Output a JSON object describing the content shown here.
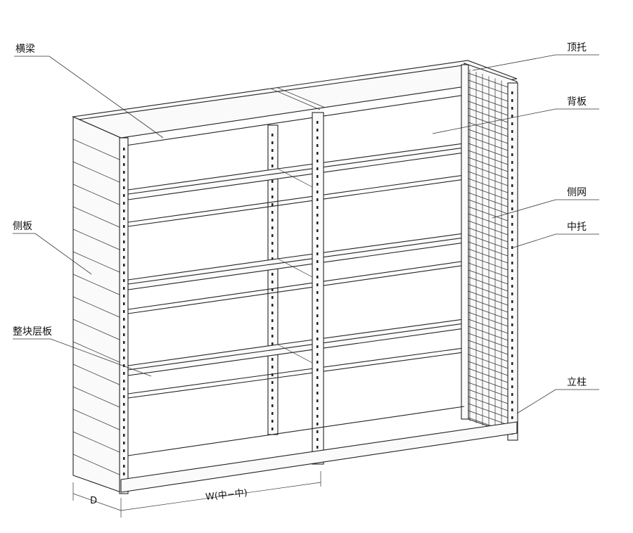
{
  "labels": {
    "beam": "横梁",
    "top_support": "顶托",
    "back_panel": "背板",
    "side_mesh": "侧网",
    "mid_support": "中托",
    "side_panel": "侧板",
    "shelf_board": "整块层板",
    "post": "立柱"
  },
  "dimensions": {
    "depth": "D",
    "width": "W(中−中)"
  }
}
